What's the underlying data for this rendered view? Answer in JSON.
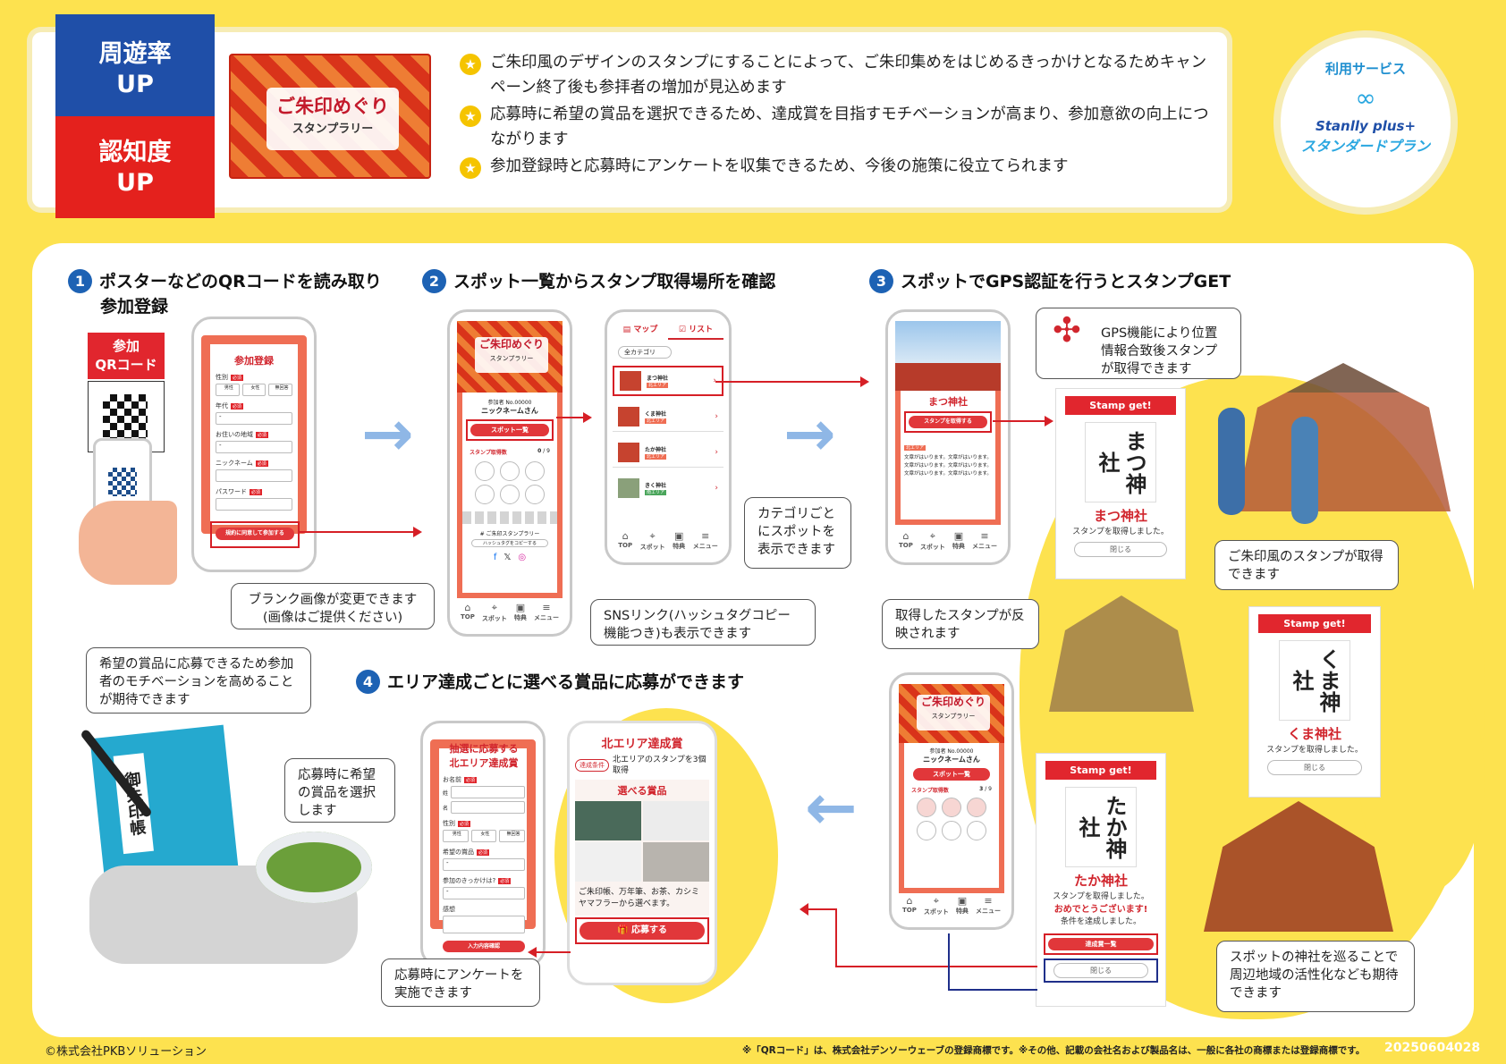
{
  "header": {
    "badge_top_line1": "周遊率",
    "badge_top_line2": "UP",
    "badge_bottom_line1": "認知度",
    "badge_bottom_line2": "UP",
    "banner_title": "ご朱印めぐり",
    "banner_subtitle": "スタンプラリー",
    "bullets": [
      "ご朱印風のデザインのスタンプにすることによって、ご朱印集めをはじめるきっかけとなるためキャンペーン終了後も参拝者の増加が見込めます",
      "応募時に希望の賞品を選択できるため、達成賞を目指すモチベーションが高まり、参加意欲の向上につながります",
      "参加登録時と応募時にアンケートを収集できるため、今後の施策に役立てられます"
    ],
    "service_label": "利用サービス",
    "service_name": "Stanlly plus+",
    "service_plan": "スタンダードプラン",
    "service_icon": "infinity-pin-icon"
  },
  "steps": [
    {
      "num": "1",
      "line1": "ポスターなどのQRコードを読み取り",
      "line2": "参加登録"
    },
    {
      "num": "2",
      "line1": "スポット一覧からスタンプ取得場所を確認"
    },
    {
      "num": "3",
      "line1": "スポットでGPS認証を行うとスタンプGET"
    },
    {
      "num": "4",
      "line1": "エリア達成ごとに選べる賞品に応募ができます"
    }
  ],
  "qr_label_line1": "参加",
  "qr_label_line2": "QRコード",
  "registration": {
    "title": "参加登録",
    "gender_label": "性別",
    "gender_options": [
      "男性",
      "女性",
      "無回答"
    ],
    "age_label": "年代",
    "area_label": "お住いの地域",
    "nickname_label": "ニックネーム",
    "password_label": "パスワード",
    "required": "必須",
    "submit": "規約に同意して参加する"
  },
  "top_screen": {
    "title": "ご朱印めぐり",
    "subtitle": "スタンプラリー",
    "member_no": "参加者 No.00000",
    "nickname": "ニックネームさん",
    "spot_list_btn": "スポット一覧",
    "stamp_count_label": "スタンプ取得数",
    "stamp_count": "0",
    "stamp_total": "/ 9",
    "hashtag_label": "# ご朱印スタンプラリー",
    "hashtag_copy": "ハッシュタグをコピーする",
    "sns_icons": [
      "facebook-icon",
      "x-icon",
      "instagram-icon"
    ]
  },
  "list_screen": {
    "tab_map": "マップ",
    "tab_list": "リスト",
    "category": "全カテゴリ",
    "spots": [
      {
        "name": "まつ神社",
        "area": "北エリア"
      },
      {
        "name": "くま神社",
        "area": "北エリア"
      },
      {
        "name": "たか神社",
        "area": "北エリア"
      },
      {
        "name": "きく神社",
        "area": "南エリア"
      }
    ]
  },
  "spot_screen": {
    "name": "まつ神社",
    "get_btn": "スタンプを取得する",
    "area_tag": "北エリア",
    "body": "文章がはいります。文章がはいります。文章がはいります。文章がはいります。文章がはいります。文章がはいります。"
  },
  "nav": [
    "TOP",
    "スポット",
    "特典",
    "メニュー"
  ],
  "stamps": {
    "ribbon": "Stamp get!",
    "acquired": "スタンプを取得しました。",
    "close": "閉じる",
    "matsu": "まつ神社",
    "kuma": "くま神社",
    "taka": "たか神社",
    "congrats": "おめでとうございます!",
    "achieved": "条件を達成しました。",
    "achievement_btn": "達成賞一覧"
  },
  "progress_screen": {
    "member_no": "参加者 No.00000",
    "nickname": "ニックネームさん",
    "spot_list_btn": "スポット一覧",
    "stamp_count_label": "スタンプ取得数",
    "stamp_count": "3",
    "stamp_total": "/ 9"
  },
  "apply_screen": {
    "title_line1": "抽選に応募する",
    "title_line2": "北エリア達成賞",
    "name_label": "お名前",
    "last_name": "姓",
    "first_name": "名",
    "gender_label": "性別",
    "prize_label": "希望の賞品",
    "trigger_label": "参加のきっかけは?",
    "impression_label": "感想",
    "submit": "入力内容確認"
  },
  "prize_screen": {
    "title": "北エリア達成賞",
    "condition_tag": "達成条件",
    "condition": "北エリアのスタンプを3個取得",
    "choose": "選べる賞品",
    "desc": "ご朱印帳、万年筆、お茶、カシミヤマフラーから選べます。",
    "apply_btn": "応募する"
  },
  "callouts": {
    "gps": "GPS機能により位置情報合致後スタンプが取得できます",
    "category": "カテゴリごとにスポットを表示できます",
    "blank_image": "ブランク画像が変更できます(画像はご提供ください)",
    "sns": "SNSリンク(ハッシュタグコピー機能つき)も表示できます",
    "goshuin": "ご朱印風のスタンプが取得できます",
    "reflected": "取得したスタンプが反映されます",
    "motivation": "希望の賞品に応募できるため参加者のモチベーションを高めることが期待できます",
    "select_prize": "応募時に希望の賞品を選択します",
    "survey": "応募時にアンケートを実施できます",
    "revitalize": "スポットの神社を巡ることで周辺地域の活性化なども期待できます"
  },
  "goshuincho_text": "御朱印帳",
  "footer": {
    "copyright": "©株式会社PKBソリューション",
    "trademark": "※「QRコード」は、株式会社デンソーウェーブの登録商標です。※その他、記載の会社名および製品名は、一般に各社の商標または登録商標です。",
    "code": "20250604028"
  },
  "colors": {
    "background": "#fde24f",
    "red": "#e1262e",
    "blue": "#1f4fa8",
    "accent_arrow": "#8fb7e6"
  }
}
